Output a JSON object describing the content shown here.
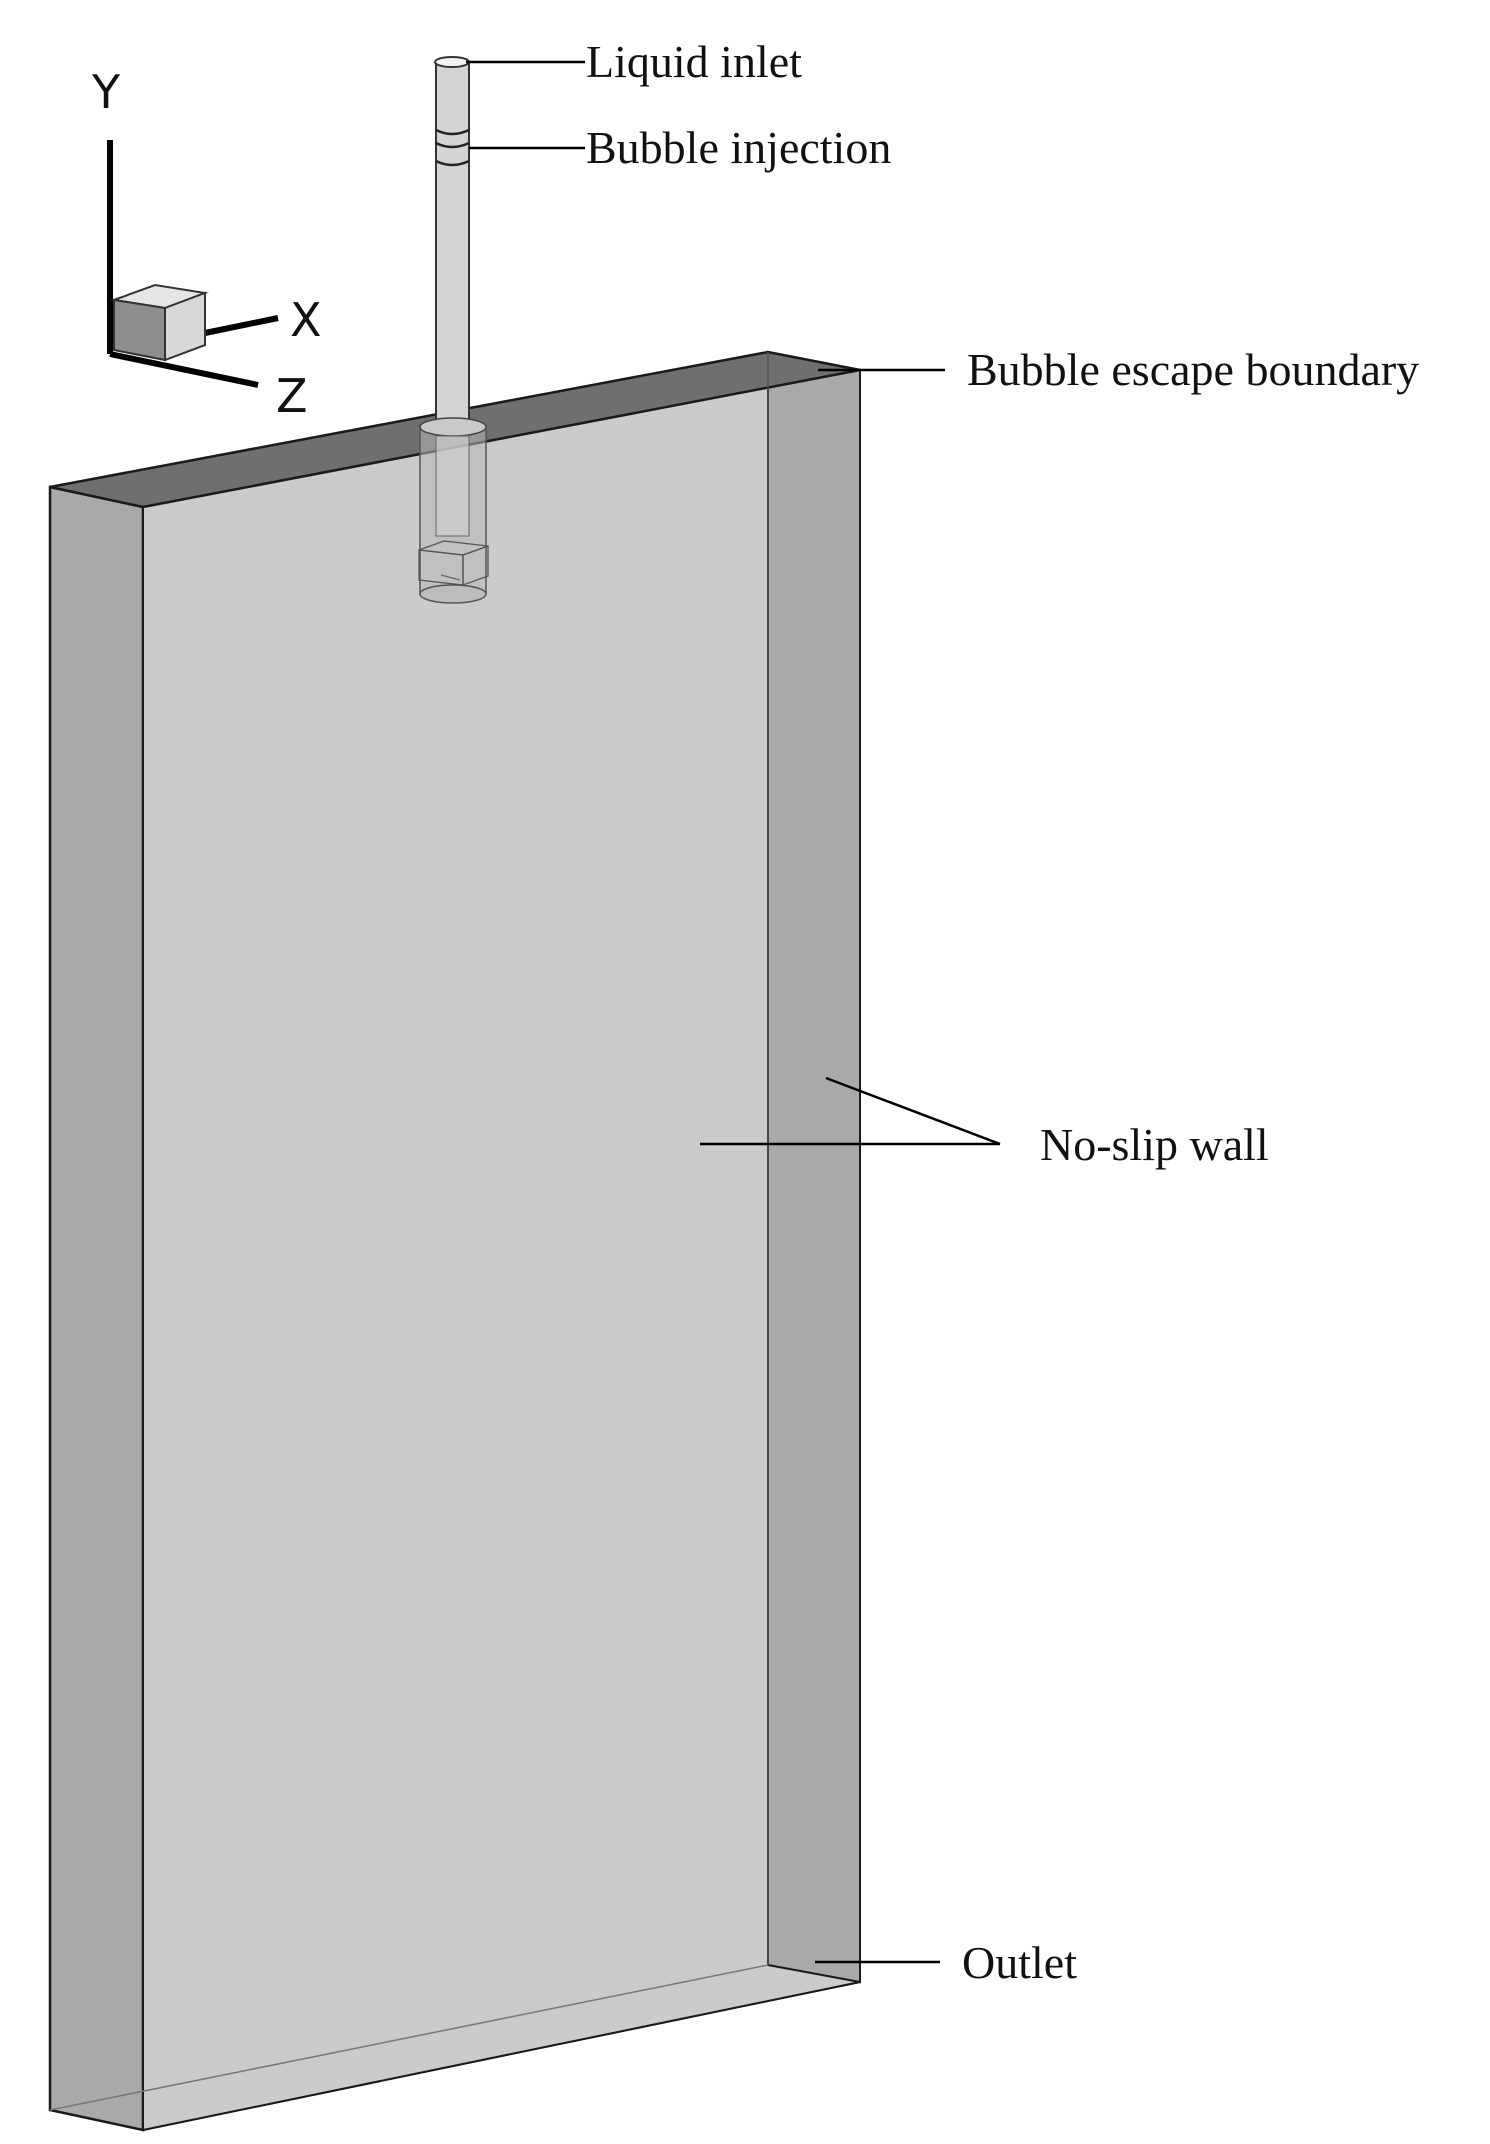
{
  "axes": {
    "x_label": "X",
    "y_label": "Y",
    "z_label": "Z"
  },
  "labels": {
    "liquid_inlet": "Liquid inlet",
    "bubble_injection": "Bubble injection",
    "bubble_escape_boundary": "Bubble escape boundary",
    "no_slip_wall": "No-slip wall",
    "outlet": "Outlet"
  },
  "colors": {
    "front_face": "#cbcbcb",
    "side_face": "#a9a9a9",
    "top_face": "#6f6f6f",
    "bottom_face": "#dcdcdc",
    "edge": "#1a1a1a",
    "pipe": "#d4d4d4"
  }
}
